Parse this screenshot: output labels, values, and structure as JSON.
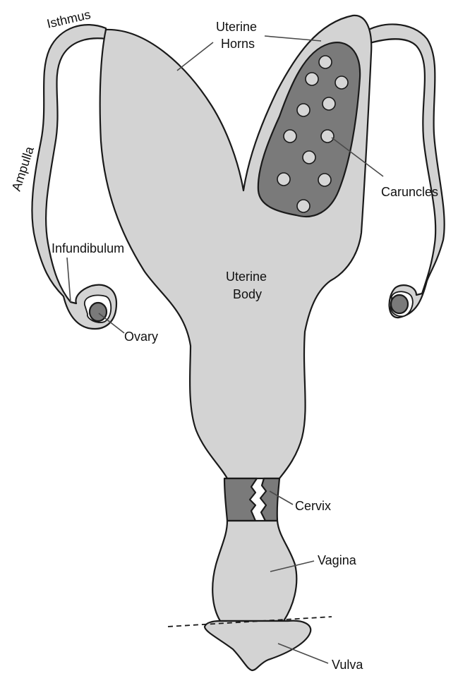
{
  "labels": {
    "isthmus": "Isthmus",
    "ampulla": "Ampulla",
    "infundibulum": "Infundibulum",
    "ovary": "Ovary",
    "uterine_horns_line1": "Uterine",
    "uterine_horns_line2": "Horns",
    "caruncles": "Caruncles",
    "uterine_body_line1": "Uterine",
    "uterine_body_line2": "Body",
    "cervix": "Cervix",
    "vagina": "Vagina",
    "vulva": "Vulva"
  },
  "colors": {
    "organ_fill": "#d3d3d3",
    "caruncle_patch": "#7a7a7a",
    "cervix_band": "#7a7a7a",
    "outline": "#1a1a1a"
  }
}
